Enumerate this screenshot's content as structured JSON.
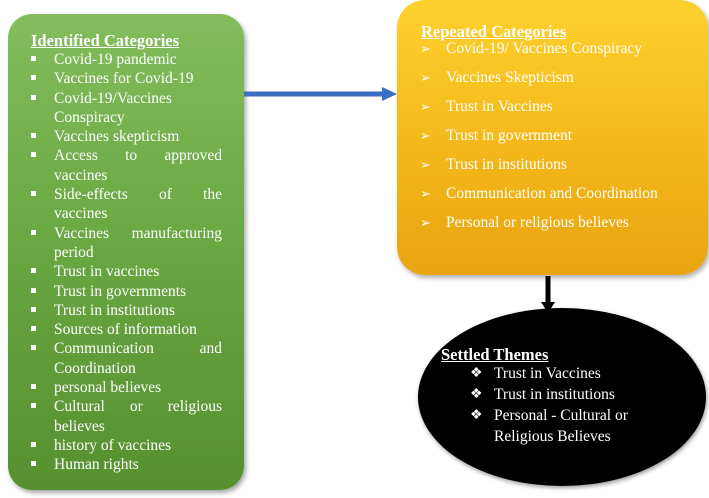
{
  "identified": {
    "title": "Identified Categories",
    "items": [
      "Covid-19 pandemic",
      "Vaccines for Covid-19",
      "Covid-19/Vaccines Conspiracy",
      "Vaccines skepticism",
      "Access to approved vaccines",
      "Side-effects of the vaccines",
      "Vaccines manufacturing period",
      "Trust in vaccines",
      "Trust in governments",
      "Trust in institutions",
      "Sources of information",
      "Communication and Coordination",
      "personal believes",
      "Cultural or religious believes",
      "history of vaccines",
      "Human rights"
    ]
  },
  "repeated": {
    "title": "Repeated Categories",
    "items": [
      "Covid-19/ Vaccines Conspiracy",
      "Vaccines Skepticism",
      "Trust in Vaccines",
      "Trust in government",
      "Trust in institutions",
      "Communication and Coordination",
      "Personal or religious believes"
    ]
  },
  "settled": {
    "title": "Settled Themes",
    "items": [
      "Trust in Vaccines",
      "Trust in institutions",
      "Personal - Cultural or Religious Believes"
    ]
  },
  "colors": {
    "green_box": "#6aa944",
    "yellow_box": "#f5b91b",
    "ellipse": "#000000",
    "arrow_blue": "#3b6fc4",
    "text": "#ffffff"
  },
  "icons": {
    "green_bullet": "square-bullet-icon",
    "yellow_bullet": "arrowhead-bullet-icon",
    "ellipse_bullet": "four-diamond-star-icon"
  }
}
